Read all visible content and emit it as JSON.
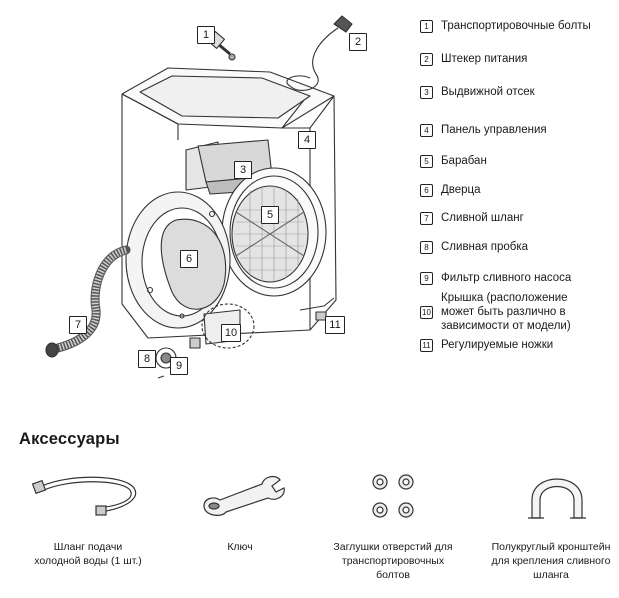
{
  "parts": [
    {
      "num": "1",
      "label": "Транспортировочные болты"
    },
    {
      "num": "2",
      "label": "Штекер питания"
    },
    {
      "num": "3",
      "label": "Выдвижной отсек"
    },
    {
      "num": "4",
      "label": "Панель управления"
    },
    {
      "num": "5",
      "label": "Барабан"
    },
    {
      "num": "6",
      "label": "Дверца"
    },
    {
      "num": "7",
      "label": "Сливной шланг"
    },
    {
      "num": "8",
      "label": "Сливная пробка"
    },
    {
      "num": "9",
      "label": "Фильтр сливного насоса"
    },
    {
      "num": "10",
      "label": "Крышка (расположение\nможет быть различно в\nзависимости от модели)"
    },
    {
      "num": "11",
      "label": "Регулируемые ножки"
    }
  ],
  "accessories_title": "Аксессуары",
  "accessories": [
    {
      "icon": "water-hose-icon",
      "caption": "Шланг подачи\nхолодной воды (1 шт.)"
    },
    {
      "icon": "wrench-icon",
      "caption": "Ключ"
    },
    {
      "icon": "bolt-caps-icon",
      "caption": "Заглушки отверстий для\nтранспортировочных\nболтов"
    },
    {
      "icon": "hose-bracket-icon",
      "caption": "Полукруглый кронштейн\nдля крепления сливного\nшланга"
    }
  ]
}
